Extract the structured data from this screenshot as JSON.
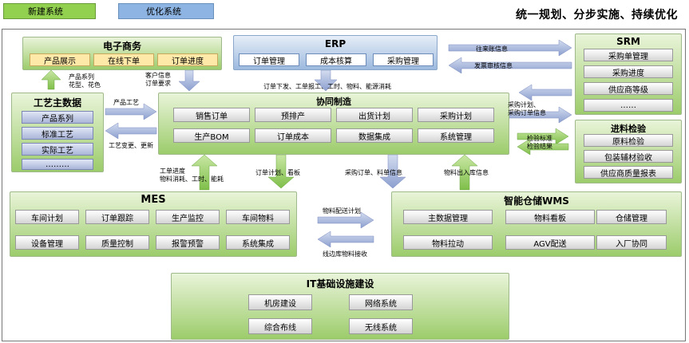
{
  "legend": {
    "new": "新建系统",
    "optimize": "优化系统"
  },
  "slogan": "统一规划、分步实施、持续优化",
  "ecommerce": {
    "title": "电子商务",
    "items": [
      "产品展示",
      "在线下单",
      "订单进度"
    ]
  },
  "erp": {
    "title": "ERP",
    "items": [
      "订单管理",
      "成本核算",
      "采购管理"
    ]
  },
  "srm": {
    "title": "SRM",
    "items": [
      "采购单管理",
      "采购进度",
      "供应商等级",
      "……"
    ]
  },
  "inspection": {
    "title": "进料检验",
    "items": [
      "原料检验",
      "包装辅材验收",
      "供应商质量报表"
    ]
  },
  "process": {
    "title": "工艺主数据",
    "items": [
      "产品系列",
      "标准工艺",
      "实际工艺",
      "………"
    ]
  },
  "collab": {
    "title": "协同制造",
    "items": [
      "销售订单",
      "预排产",
      "出货计划",
      "采购计划",
      "生产BOM",
      "订单成本",
      "数据集成",
      "系统管理"
    ]
  },
  "mes": {
    "title": "MES",
    "items": [
      "车间计划",
      "订单跟踪",
      "生产监控",
      "车间物料",
      "设备管理",
      "质量控制",
      "报警预警",
      "系统集成"
    ]
  },
  "wms": {
    "title": "智能仓储WMS",
    "items": [
      "主数据管理",
      "物料看板",
      "仓储管理",
      "物料拉动",
      "AGV配送",
      "入厂协同"
    ]
  },
  "it": {
    "title": "IT基础设施建设",
    "items": [
      "机房建设",
      "网络系统",
      "综合布线",
      "无线系统"
    ]
  },
  "flows": {
    "ec_down": "产品系列\n花型、花色",
    "ec_up": "客户信息\n订单要求",
    "erp_down": "订单下发、工单报工、工时、物料、能源消耗",
    "to_srm": "往来账信息",
    "from_srm": "发票审核信息",
    "srm_collab": "采购计划、\n采购订单信息",
    "insp": "检验标准\n检验结果",
    "pr_right": "产品工艺",
    "pr_left": "工艺变更、更新",
    "mes_up": "工单进度\n物料消耗、工时、能耗",
    "mes_down": "订单计划、看板",
    "wms_down": "采购订单、料单信息",
    "wms_up": "物料出入库信息",
    "mes_wms": "物料配送计划",
    "wms_mes": "线边库物料接收"
  }
}
